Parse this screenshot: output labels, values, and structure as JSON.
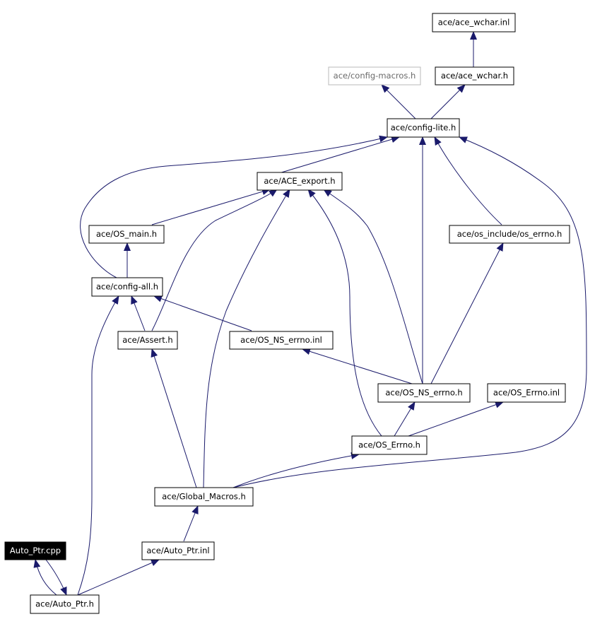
{
  "colors": {
    "background": "#ffffff",
    "edge": "#1a1a6b",
    "node_border": "#000000",
    "node_border_grey": "#b8b8b8",
    "node_text": "#000000",
    "node_text_grey": "#6a6a6a",
    "highlight_fill": "#000000",
    "highlight_text": "#ffffff"
  },
  "nodes": {
    "ace_wchar_inl": "ace/ace_wchar.inl",
    "config_macros": "ace/config-macros.h",
    "ace_wchar_h": "ace/ace_wchar.h",
    "config_lite": "ace/config-lite.h",
    "ace_export": "ace/ACE_export.h",
    "os_main": "ace/OS_main.h",
    "os_include_errno": "ace/os_include/os_errno.h",
    "config_all": "ace/config-all.h",
    "assert_h": "ace/Assert.h",
    "os_ns_errno_inl": "ace/OS_NS_errno.inl",
    "os_ns_errno_h": "ace/OS_NS_errno.h",
    "os_errno_inl": "ace/OS_Errno.inl",
    "os_errno_h": "ace/OS_Errno.h",
    "global_macros": "ace/Global_Macros.h",
    "auto_ptr_cpp": "Auto_Ptr.cpp",
    "auto_ptr_inl": "ace/Auto_Ptr.inl",
    "auto_ptr_h": "ace/Auto_Ptr.h"
  }
}
